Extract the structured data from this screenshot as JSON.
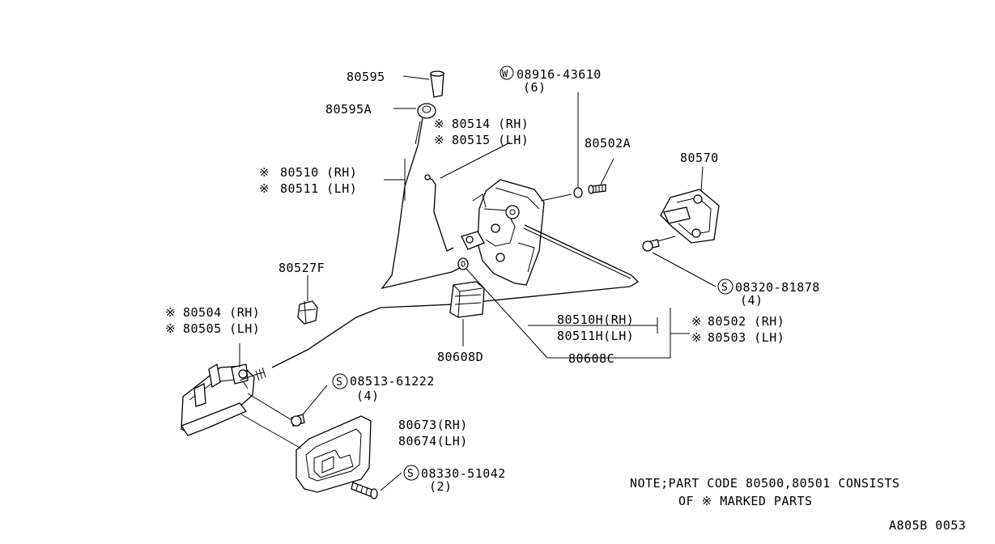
{
  "labels": {
    "p80595": "80595",
    "p80595A": "80595A",
    "p08916_43610": "08916-43610",
    "p08916_qty": "(6)",
    "p80514": "80514 (RH)",
    "p80515": "80515 (LH)",
    "p80502A": "80502A",
    "p80570": "80570",
    "p80510": "80510 (RH)",
    "p80511": "80511 (LH)",
    "p08320_81878": "08320-81878",
    "p08320_qty": "(4)",
    "p80527F": "80527F",
    "p80504": "80504 (RH)",
    "p80505": "80505 (LH)",
    "p80510H": "80510H(RH)",
    "p80511H": "80511H(LH)",
    "p80502": "80502 (RH)",
    "p80503": "80503 (LH)",
    "p80608D": "80608D",
    "p80608C": "80608C",
    "p08513_61222": "08513-61222",
    "p08513_qty": "(4)",
    "p80673": "80673(RH)",
    "p80674": "80674(LH)",
    "p08330_51042": "08330-51042",
    "p08330_qty": "(2)"
  },
  "note": {
    "line1": "NOTE;PART CODE 80500,80501 CONSISTS",
    "line2": "OF ※ MARKED PARTS"
  },
  "marks": {
    "asterisk": "※",
    "w": "W",
    "s": "S"
  },
  "diagram_code": "A805B 0053"
}
